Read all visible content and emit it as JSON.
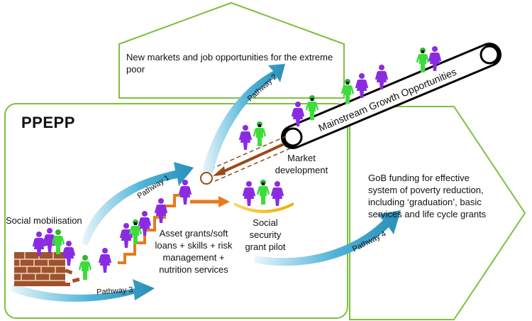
{
  "title": "PPEPP",
  "markets_text": "New markets and job opportunities for the extreme poor",
  "mainstream_text": "Mainstream Growth Opportunities",
  "market_dev_text": "Market development",
  "gob_text": "GoB funding for effective system of poverty reduction, including ‘graduation’, basic services and life cycle grants",
  "social_mob_text": "Social  mobilisation",
  "asset_text": "Asset grants/soft loans + skills + risk management + nutrition services",
  "ssg_text": "Social security grant  pilot",
  "pathways": {
    "p1": "Pathway 1",
    "p2": "Pathway 2",
    "p3": "Pathway 3",
    "p4": "Pathway 4"
  },
  "colors": {
    "outline": "#7fbf3f",
    "arrow_blue": "#3aa0c6",
    "orange": "#e8791c",
    "brown": "#9b4a17",
    "purple": "#8a2be2",
    "green": "#3ddc3d",
    "yellow": "#f0c010"
  },
  "icons": [
    "person-purple-icon",
    "person-green-icon",
    "brick-wall-icon",
    "flag-icon"
  ]
}
